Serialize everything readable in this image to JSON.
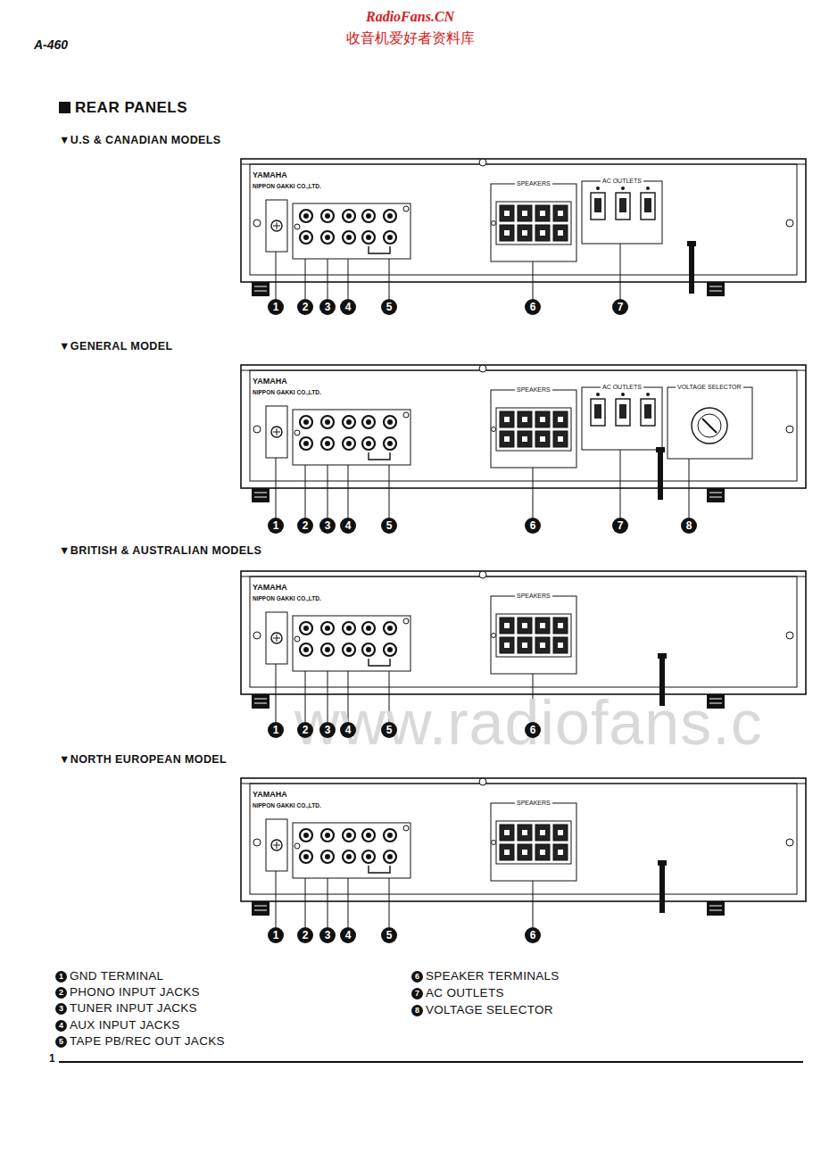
{
  "diagram": {
    "title": "REAR PANELS",
    "labels": [
      "RadioFans.CN",
      "收音机爱好者资料库",
      "A-460",
      "▼U.S & CANADIAN MODELS",
      "YAMAHA",
      "NIPPON GAKKI CO.,LTD.",
      "SPEAKERS",
      "AC OUTLETS",
      "1",
      "2",
      "3",
      "4",
      "5",
      "6",
      "7",
      "▼GENERAL MODEL",
      "YAMAHA",
      "NIPPON GAKKI CO.,LTD.",
      "SPEAKERS",
      "AC OUTLETS",
      "VOLTAGE SELECTOR",
      "1",
      "2",
      "3",
      "4",
      "5",
      "6",
      "7",
      "8",
      "▼BRITISH & AUSTRALIAN MODELS",
      "YAMAHA",
      "NIPPON GAKKI CO.,LTD.",
      "SPEAKERS",
      "1",
      "2",
      "3",
      "4",
      "5",
      "6",
      "www.radiofans.c",
      "▼NORTH EUROPEAN MODEL",
      "YAMAHA",
      "NIPPON GAKKI CO.,LTD.",
      "SPEAKERS",
      "1",
      "2",
      "3",
      "4",
      "5",
      "6",
      "1",
      "GND TERMINAL",
      "2",
      "PHONO INPUT JACKS",
      "3",
      "TUNER INPUT JACKS",
      "4",
      "AUX INPUT JACKS",
      "5",
      "TAPE PB/REC OUT JACKS",
      "6",
      "SPEAKER TERMINALS",
      "7",
      "AC OUTLETS",
      "8",
      "VOLTAGE SELECTOR",
      "1"
    ]
  }
}
